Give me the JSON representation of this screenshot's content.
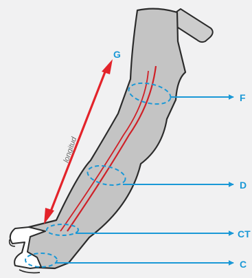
{
  "figure": {
    "length_label": "G",
    "arrow_word": "longitud",
    "circumference_labels": [
      "F",
      "D",
      "CT",
      "C"
    ]
  }
}
